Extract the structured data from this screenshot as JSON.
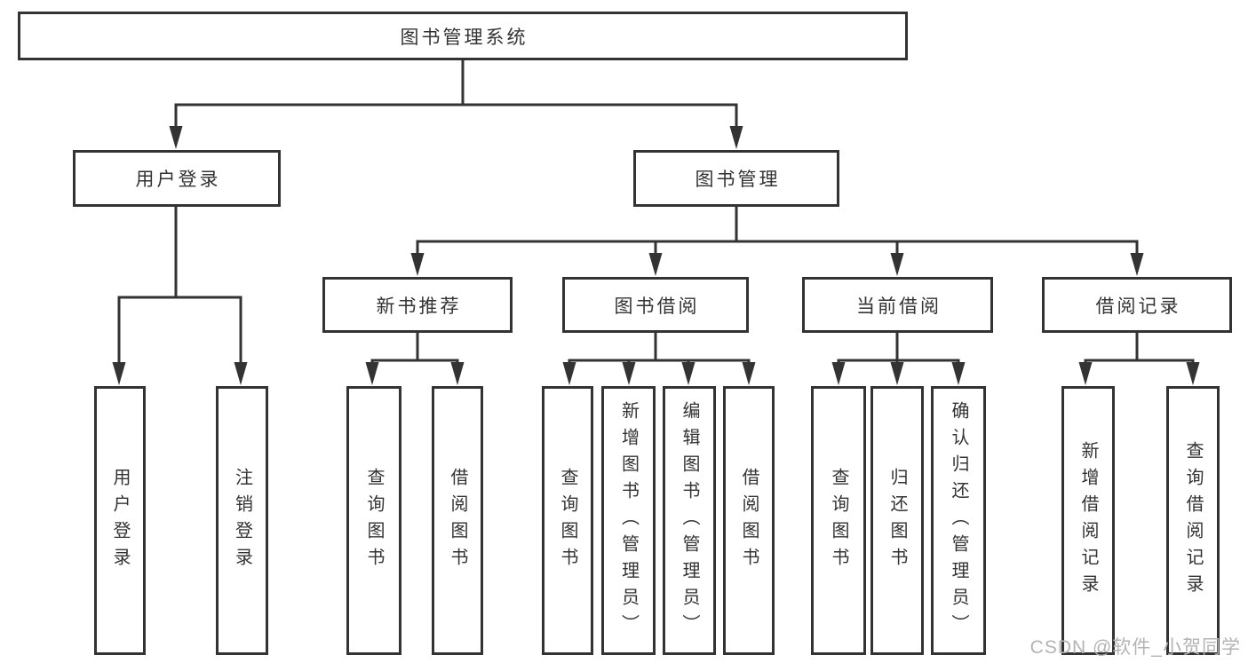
{
  "diagram": {
    "root": {
      "label": "图书管理系统"
    },
    "branches": [
      {
        "label": "用户登录",
        "children": [
          {
            "label": "用户登录"
          },
          {
            "label": "注销登录"
          }
        ]
      },
      {
        "label": "图书管理",
        "children": [
          {
            "label": "新书推荐",
            "children": [
              {
                "label": "查询图书"
              },
              {
                "label": "借阅图书"
              }
            ]
          },
          {
            "label": "图书借阅",
            "children": [
              {
                "label": "查询图书"
              },
              {
                "label": "新增图书（管理员）"
              },
              {
                "label": "编辑图书（管理员）"
              },
              {
                "label": "借阅图书"
              }
            ]
          },
          {
            "label": "当前借阅",
            "children": [
              {
                "label": "查询图书"
              },
              {
                "label": "归还图书"
              },
              {
                "label": "确认归还（管理员）"
              }
            ]
          },
          {
            "label": "借阅记录",
            "children": [
              {
                "label": "新增借阅记录"
              },
              {
                "label": "查询借阅记录"
              }
            ]
          }
        ]
      }
    ]
  },
  "watermark": {
    "text": "CSDN @软件_小贺同学"
  },
  "colors": {
    "line": "#333333",
    "box_border": "#333333",
    "text": "#333333",
    "watermark": "#b3b3b3",
    "background": "#ffffff"
  }
}
